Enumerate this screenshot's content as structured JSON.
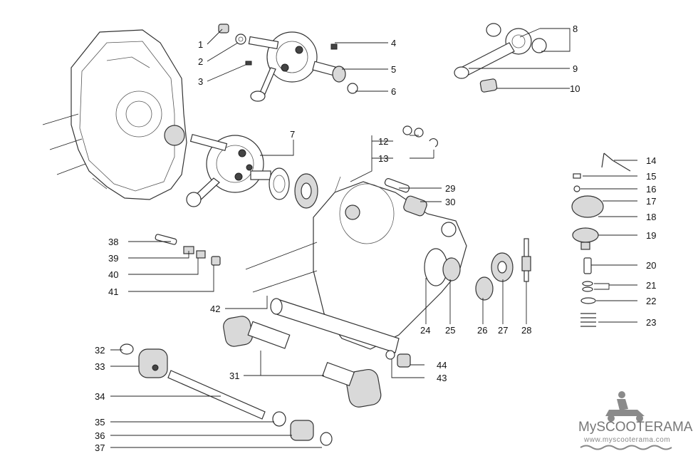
{
  "callouts": [
    {
      "id": "1",
      "label": "1"
    },
    {
      "id": "2",
      "label": "2"
    },
    {
      "id": "3",
      "label": "3"
    },
    {
      "id": "4",
      "label": "4"
    },
    {
      "id": "5",
      "label": "5"
    },
    {
      "id": "6",
      "label": "6"
    },
    {
      "id": "7",
      "label": "7"
    },
    {
      "id": "8",
      "label": "8"
    },
    {
      "id": "9",
      "label": "9"
    },
    {
      "id": "10",
      "label": "10"
    },
    {
      "id": "12",
      "label": "12"
    },
    {
      "id": "13",
      "label": "13"
    },
    {
      "id": "14",
      "label": "14"
    },
    {
      "id": "15",
      "label": "15"
    },
    {
      "id": "16",
      "label": "16"
    },
    {
      "id": "17",
      "label": "17"
    },
    {
      "id": "18",
      "label": "18"
    },
    {
      "id": "19",
      "label": "19"
    },
    {
      "id": "20",
      "label": "20"
    },
    {
      "id": "21",
      "label": "21"
    },
    {
      "id": "22",
      "label": "22"
    },
    {
      "id": "23",
      "label": "23"
    },
    {
      "id": "24",
      "label": "24"
    },
    {
      "id": "25",
      "label": "25"
    },
    {
      "id": "26",
      "label": "26"
    },
    {
      "id": "27",
      "label": "27"
    },
    {
      "id": "28",
      "label": "28"
    },
    {
      "id": "29",
      "label": "29"
    },
    {
      "id": "30",
      "label": "30"
    },
    {
      "id": "31",
      "label": "31"
    },
    {
      "id": "32",
      "label": "32"
    },
    {
      "id": "33",
      "label": "33"
    },
    {
      "id": "34",
      "label": "34"
    },
    {
      "id": "35",
      "label": "35"
    },
    {
      "id": "36",
      "label": "36"
    },
    {
      "id": "37",
      "label": "37"
    },
    {
      "id": "38",
      "label": "38"
    },
    {
      "id": "39",
      "label": "39"
    },
    {
      "id": "40",
      "label": "40"
    },
    {
      "id": "41",
      "label": "41"
    },
    {
      "id": "42",
      "label": "42"
    },
    {
      "id": "43",
      "label": "43"
    },
    {
      "id": "44",
      "label": "44"
    }
  ],
  "watermark": {
    "brand_prefix": "My",
    "brand_name": "SCOOTERAMA",
    "url": "www.myscooterama.com",
    "color": "#777777"
  }
}
